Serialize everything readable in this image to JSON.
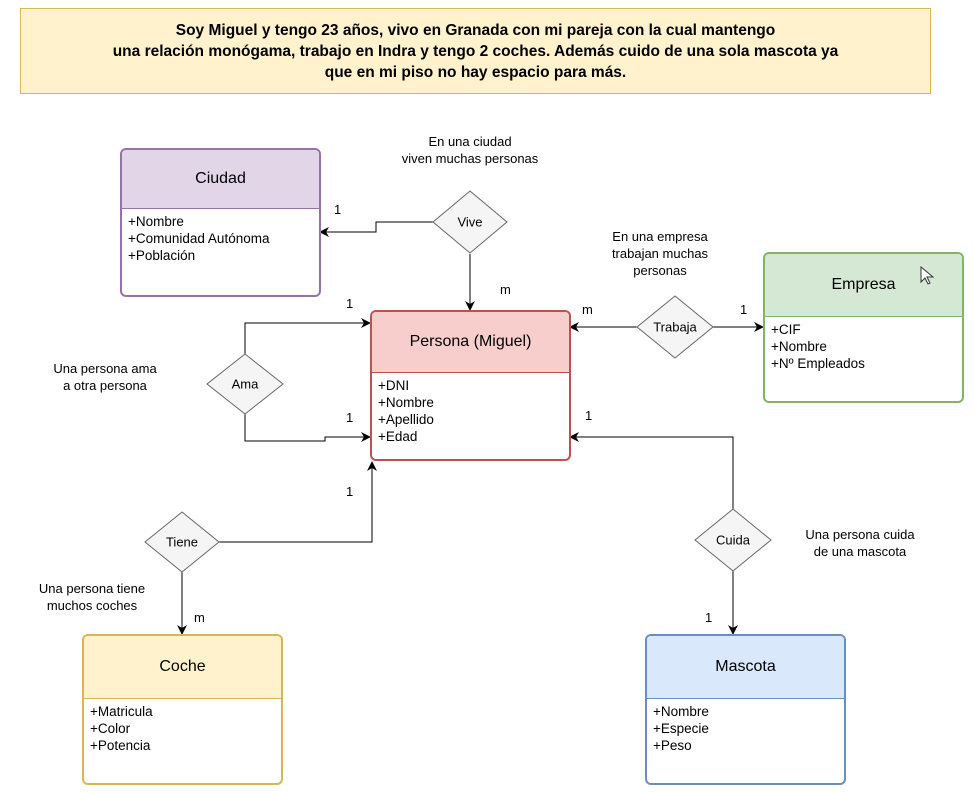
{
  "banner": {
    "line1": "Soy Miguel y tengo 23 años, vivo en Granada con mi pareja con la cual mantengo",
    "line2": "una relación monógama, trabajo en Indra y tengo 2 coches. Además cuido de una sola mascota ya",
    "line3": "que en mi piso no hay espacio para más."
  },
  "entities": {
    "ciudad": {
      "title": "Ciudad",
      "attrs": [
        "+Nombre",
        "+Comunidad Autónoma",
        "+Población"
      ]
    },
    "persona": {
      "title": "Persona (Miguel)",
      "attrs": [
        "+DNI",
        "+Nombre",
        "+Apellido",
        "+Edad"
      ]
    },
    "empresa": {
      "title": "Empresa",
      "attrs": [
        "+CIF",
        "+Nombre",
        "+Nº Empleados"
      ]
    },
    "coche": {
      "title": "Coche",
      "attrs": [
        "+Matricula",
        "+Color",
        "+Potencia"
      ]
    },
    "mascota": {
      "title": "Mascota",
      "attrs": [
        "+Nombre",
        "+Especie",
        "+Peso"
      ]
    }
  },
  "relations": {
    "vive": "Vive",
    "trabaja": "Trabaja",
    "ama": "Ama",
    "tiene": "Tiene",
    "cuida": "Cuida"
  },
  "notes": {
    "vive": [
      "En una ciudad",
      "viven muchas personas"
    ],
    "trabaja": [
      "En una empresa",
      "trabajan muchas",
      "personas"
    ],
    "ama": [
      "Una persona ama",
      "a otra persona"
    ],
    "tiene": [
      "Una persona tiene",
      "muchos coches"
    ],
    "cuida": [
      "Una persona cuida",
      "de una mascota"
    ]
  },
  "cardinalities": {
    "vive_ciudad": "1",
    "vive_persona": "m",
    "trabaja_persona": "m",
    "trabaja_empresa": "1",
    "ama_top": "1",
    "ama_bottom": "1",
    "tiene_persona": "1",
    "tiene_coche": "m",
    "cuida_persona": "1",
    "cuida_mascota": "1"
  },
  "colors": {
    "ciudad_fill": "#e1d5e7",
    "ciudad_stroke": "#9673a6",
    "persona_fill": "#f8cecc",
    "persona_stroke": "#b85450",
    "empresa_fill": "#d5e8d4",
    "empresa_stroke": "#82b366",
    "coche_fill": "#fff2cc",
    "coche_stroke": "#d6b656",
    "mascota_fill": "#dae8fc",
    "mascota_stroke": "#6c8ebf",
    "diamond_fill": "#f5f5f5",
    "diamond_stroke": "#666666"
  },
  "icons": {
    "cursor": "mouse-pointer-icon"
  }
}
